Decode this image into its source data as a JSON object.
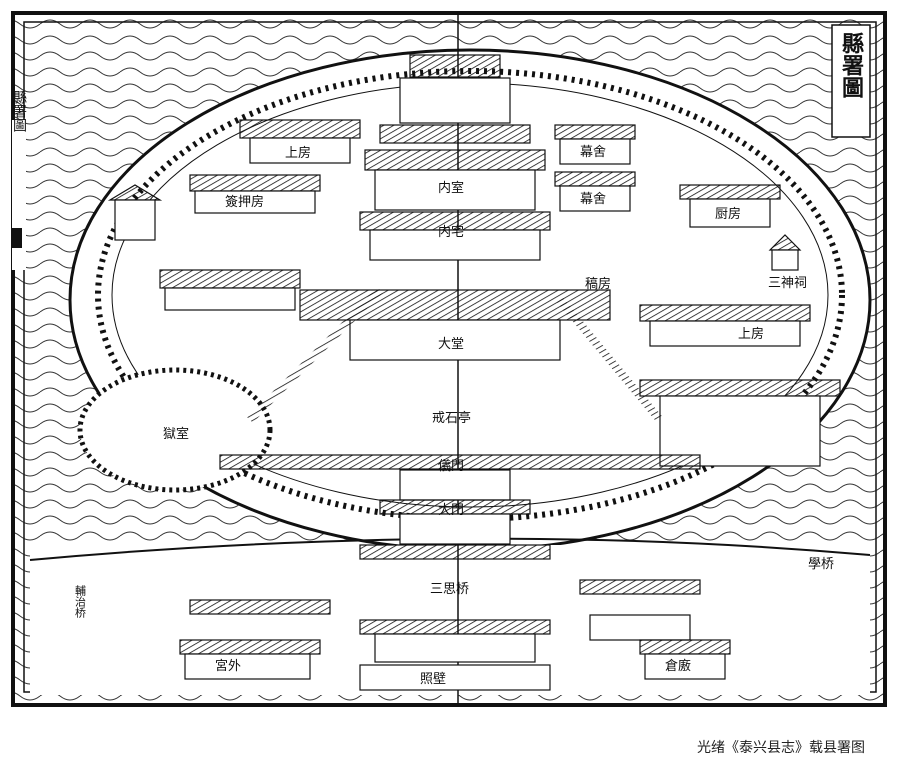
{
  "map": {
    "title": "縣署圖",
    "side_title": "縣署圖",
    "labels": {
      "main_hall": "大堂",
      "inner_residence": "内宅",
      "inner_chamber": "内室",
      "pavilion": "戒石亭",
      "ceremonial_gate": "儀門",
      "main_gate": "大門",
      "upper_room_left": "上房",
      "upper_room_right": "上房",
      "prison": "獄室",
      "sansi_bridge": "三思桥",
      "school_bridge": "學桥",
      "fuzhi_bridge": "輔治桥",
      "staff_quarters_1": "幕舍",
      "staff_quarters_2": "幕舍",
      "kitchen": "厨房",
      "shrine": "三神祠",
      "screen_wall": "照壁",
      "outer_office": "宮外",
      "granary": "倉廒",
      "office_row_left": "簽押房",
      "office_row_right": "稿房"
    }
  },
  "caption": "光绪《泰兴县志》载县署图"
}
